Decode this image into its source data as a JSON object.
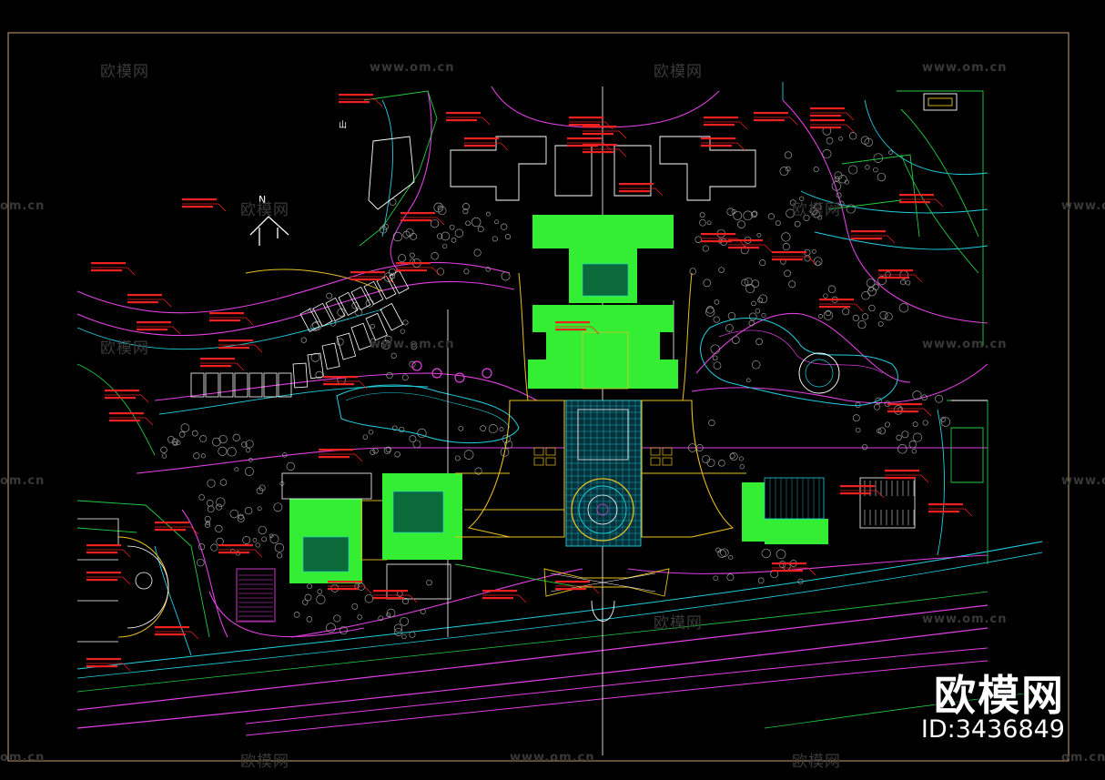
{
  "watermarks": {
    "brand_text": "欧模网",
    "site_text": "www.om.cn",
    "site_short": "om.cn"
  },
  "brand": {
    "logo_text": "欧模网",
    "id_text": "ID:3436849"
  },
  "plan": {
    "north_label": "N",
    "mountain_label": "山",
    "colors": {
      "background": "#000000",
      "frame": "#c8a070",
      "building_fill": "#33ee33",
      "road_magenta": "#e040e0",
      "road_cyan": "#20d0e0",
      "green_line": "#22cc44",
      "yellow_line": "#e8c020",
      "white_line": "#ffffff",
      "annotation_red": "#ee2020",
      "tree_gray": "#9a9a9a"
    }
  }
}
